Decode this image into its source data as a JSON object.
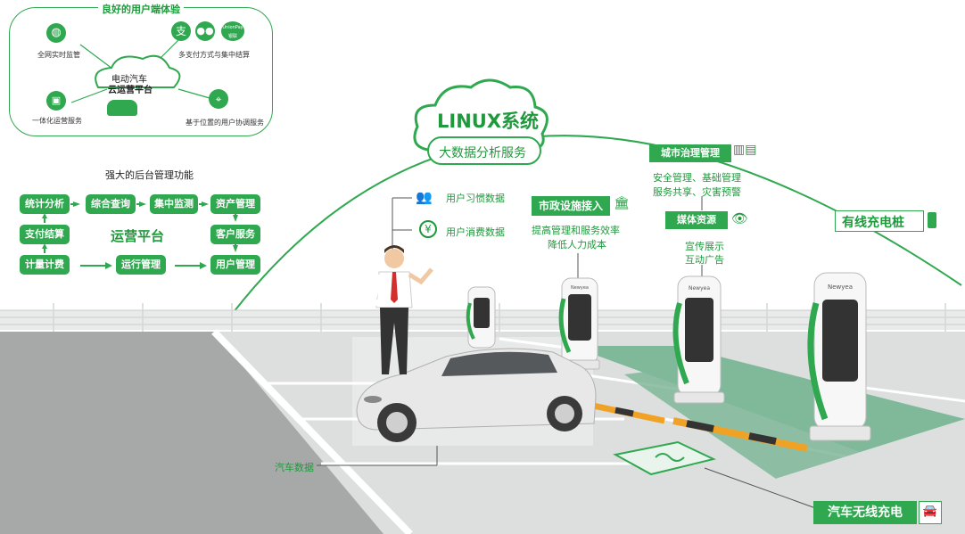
{
  "top_panel": {
    "title": "良好的用户端体验",
    "center_cloud": [
      "电动汽车",
      "云运营平台"
    ],
    "items": [
      "全网实时监管",
      "多支付方式与集中结算",
      "一体化运营服务",
      "基于位置的用户协调服务"
    ],
    "pay_logo_text": "UnionPay\n银联"
  },
  "cloud": {
    "title": "LINUX系统",
    "subtitle": "大数据分析服务"
  },
  "backend": {
    "title": "强大的后台管理功能",
    "center_label": "运营平台",
    "boxes": [
      "统计分析",
      "综合查询",
      "集中监测",
      "资产管理",
      "支付结算",
      "客户服务",
      "计量计费",
      "运行管理",
      "用户管理"
    ]
  },
  "user_data": {
    "habit": "用户习惯数据",
    "consume": "用户消费数据"
  },
  "municipal": {
    "label": "市政设施接入",
    "lines": [
      "提高管理和服务效率",
      "降低人力成本"
    ]
  },
  "city": {
    "label": "城市治理管理",
    "lines": [
      "安全管理、基础管理",
      "服务共享、灾害预警"
    ]
  },
  "media": {
    "label": "媒体资源",
    "lines": [
      "宣传展示",
      "互动广告"
    ]
  },
  "wired": {
    "label": "有线充电桩"
  },
  "car_data": {
    "label": "汽车数据"
  },
  "wireless": {
    "label": "汽车无线充电"
  },
  "charger_brand": "Newyea",
  "colors": {
    "brand_green": "#2fa84f",
    "dark_green": "#1e9a3c",
    "grey_road": "#a9a9a9",
    "lot": "#d7dad9",
    "lane_green": "#7fb99a"
  }
}
